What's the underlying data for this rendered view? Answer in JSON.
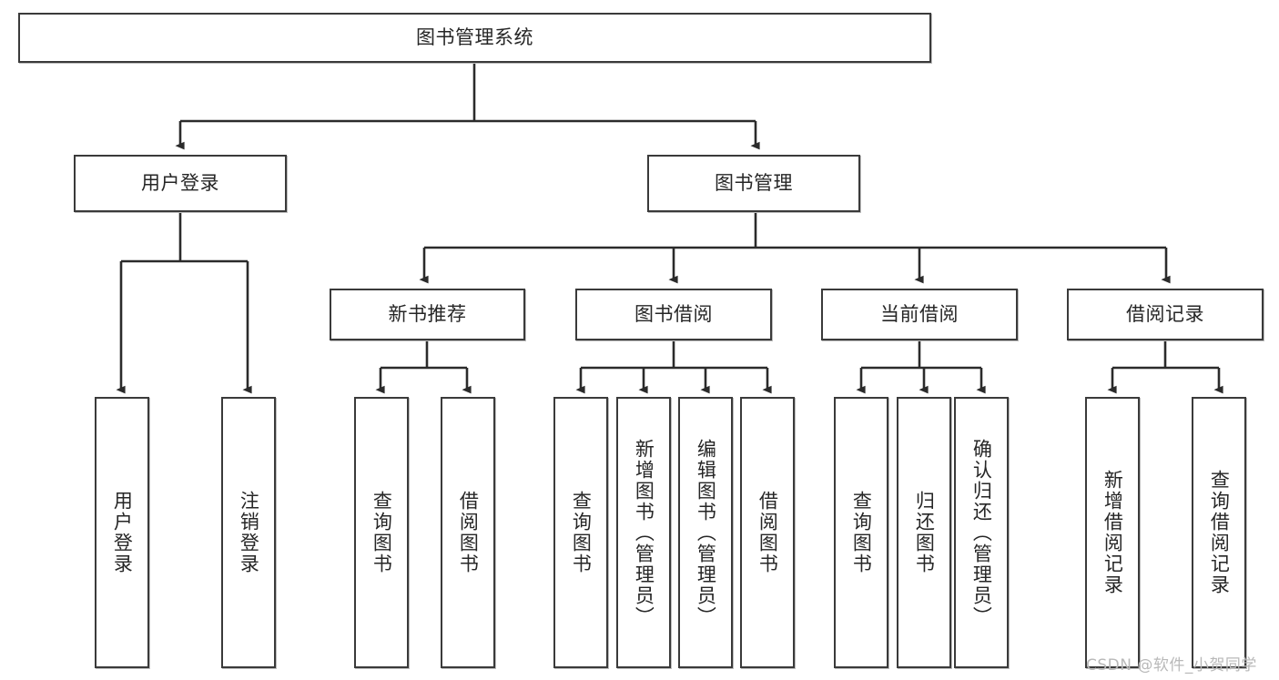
{
  "diagram": {
    "title": "图书管理系统",
    "type": "hierarchy-tree",
    "watermark": "CSDN @软件_小贺同学",
    "colors": {
      "border": "#3a3a3a",
      "text": "#262626",
      "background": "#ffffff",
      "connector": "#2b2b2b",
      "watermark": "#b9b9b9"
    },
    "levels": {
      "root": {
        "label": "图书管理系统"
      },
      "level2": [
        {
          "label": "用户登录"
        },
        {
          "label": "图书管理"
        }
      ],
      "level3": [
        {
          "label": "新书推荐"
        },
        {
          "label": "图书借阅"
        },
        {
          "label": "当前借阅"
        },
        {
          "label": "借阅记录"
        }
      ],
      "leaves": {
        "user_login": [
          {
            "label": "用户登录"
          },
          {
            "label": "注销登录"
          }
        ],
        "new_book_recommend": [
          {
            "label": "查询图书"
          },
          {
            "label": "借阅图书"
          }
        ],
        "book_borrow": [
          {
            "label": "查询图书"
          },
          {
            "label": "新增图书（管理员）"
          },
          {
            "label": "编辑图书（管理员）"
          },
          {
            "label": "借阅图书"
          }
        ],
        "current_borrow": [
          {
            "label": "查询图书"
          },
          {
            "label": "归还图书"
          },
          {
            "label": "确认归还（管理员）"
          }
        ],
        "borrow_records": [
          {
            "label": "新增借阅记录"
          },
          {
            "label": "查询借阅记录"
          }
        ]
      }
    }
  }
}
